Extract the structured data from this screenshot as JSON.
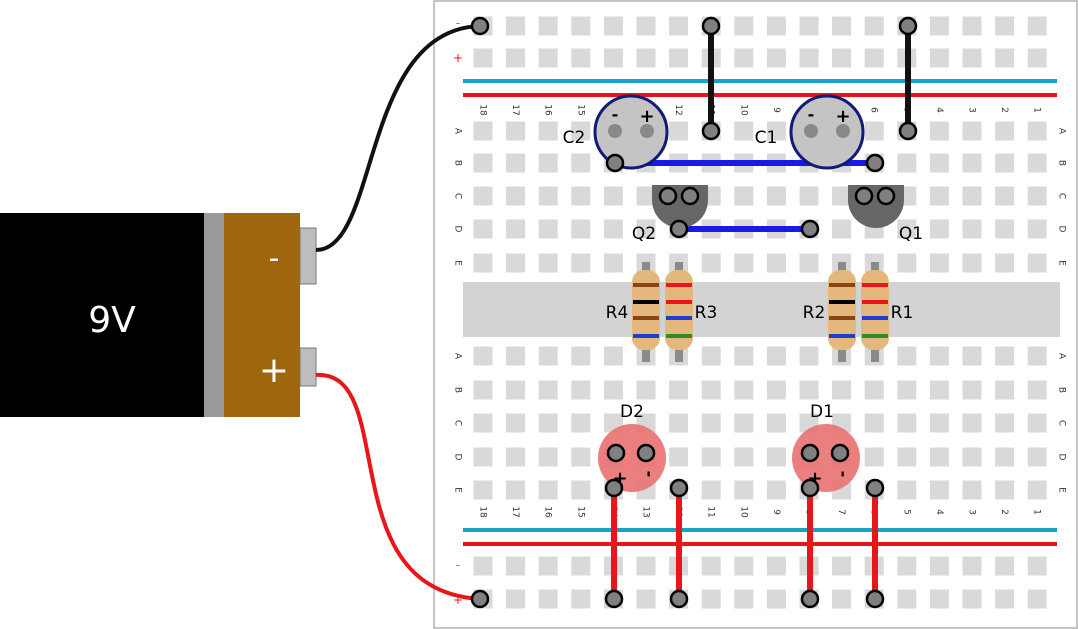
{
  "battery": {
    "label": "9V",
    "minus": "-",
    "plus": "+"
  },
  "breadboard": {
    "columns": [
      "18",
      "17",
      "16",
      "15",
      "14",
      "13",
      "12",
      "11",
      "10",
      "9",
      "8",
      "7",
      "6",
      "5",
      "4",
      "3",
      "2",
      "1"
    ],
    "rows_top": [
      "A",
      "B",
      "C",
      "D",
      "E"
    ],
    "rows_bottom": [
      "A",
      "B",
      "C",
      "D",
      "E"
    ],
    "rail_top_minus": "-",
    "rail_top_plus": "+",
    "rail_bottom_minus": "-",
    "rail_bottom_plus": "+"
  },
  "components": {
    "c2": {
      "label": "C2",
      "neg": "-",
      "pos": "+"
    },
    "c1": {
      "label": "C1",
      "neg": "-",
      "pos": "+"
    },
    "q2": {
      "label": "Q2"
    },
    "q1": {
      "label": "Q1"
    },
    "r4": {
      "label": "R4"
    },
    "r3": {
      "label": "R3"
    },
    "r2": {
      "label": "R2"
    },
    "r1": {
      "label": "R1"
    },
    "d2": {
      "label": "D2",
      "pos": "+",
      "neg": "-"
    },
    "d1": {
      "label": "D1",
      "pos": "+",
      "neg": "-"
    }
  },
  "colors": {
    "battery_body": "#000000",
    "battery_cap": "#a0660d",
    "wire_black": "#111111",
    "wire_red": "#e8161a",
    "wire_blue": "#1a1ae6",
    "rail_red": "#e8161a",
    "rail_blue": "#1aa3c9",
    "capacitor_ring": "#101a78",
    "led": "#e97070",
    "resistor": "#e4b77c"
  }
}
